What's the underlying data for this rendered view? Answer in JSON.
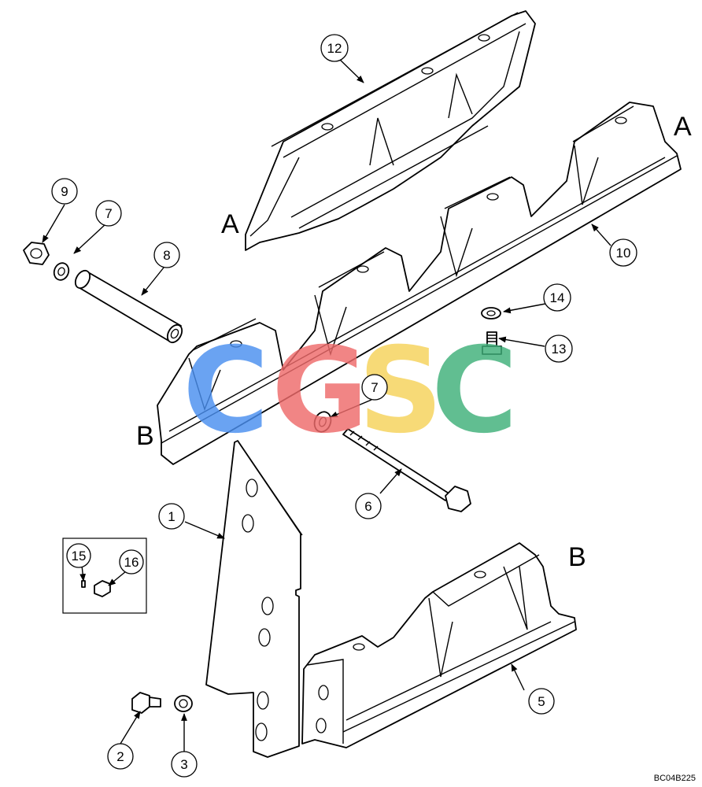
{
  "diagram": {
    "drawing_code": "BC04B225",
    "section_markers": [
      "A",
      "A",
      "B",
      "B"
    ],
    "callouts": [
      "1",
      "2",
      "3",
      "5",
      "6",
      "7",
      "7",
      "8",
      "9",
      "10",
      "12",
      "13",
      "14",
      "15",
      "16"
    ],
    "watermark": {
      "letters": [
        "C",
        "G",
        "S",
        "C"
      ],
      "colors": [
        "#4a8ff0",
        "#ef6b6b",
        "#f6d35a",
        "#3fb07a"
      ]
    },
    "colors": {
      "line": "#000000",
      "background": "#ffffff"
    }
  }
}
